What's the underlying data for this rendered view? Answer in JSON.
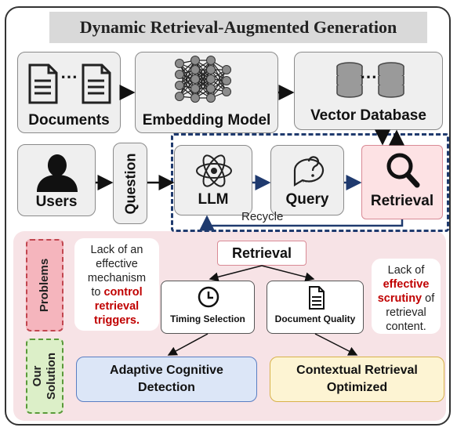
{
  "title": "Dynamic Retrieval-Augmented Generation",
  "pipeline": {
    "documents": "Documents",
    "ellipsis": "⋯",
    "embedding_model": "Embedding Model",
    "vector_database": "Vector Database",
    "users": "Users",
    "question": "Question",
    "llm": "LLM",
    "query": "Query",
    "retrieval": "Retrieval",
    "recycle": "Recycle"
  },
  "problems": {
    "side_label": "Problems",
    "left_note": {
      "line1": "Lack of an",
      "line2": "effective",
      "line3": "mechanism",
      "line4_prefix": "to ",
      "line4_red": "control",
      "line5_red": "retrieval",
      "line6_red": "triggers."
    },
    "right_note": {
      "line1": "Lack of",
      "line2_red": "effective",
      "line3_red": "scrutiny",
      "line3_suffix": " of",
      "line4": "retrieval",
      "line5": "content."
    },
    "retrieval_box": "Retrieval",
    "timing_selection": "Timing Selection",
    "document_quality": "Document Quality"
  },
  "solution": {
    "side_label_line1": "Our",
    "side_label_line2": "Solution",
    "adaptive": {
      "line1": "Adaptive Cognitive",
      "line2": "Detection"
    },
    "contextual": {
      "line1": "Contextual Retrieval",
      "line2": "Optimized"
    }
  },
  "colors": {
    "accent_red": "#c00000",
    "dashed_border": "#1f3a6e",
    "solution_blue": "#dce6f7",
    "solution_yellow": "#fdf4d3"
  }
}
